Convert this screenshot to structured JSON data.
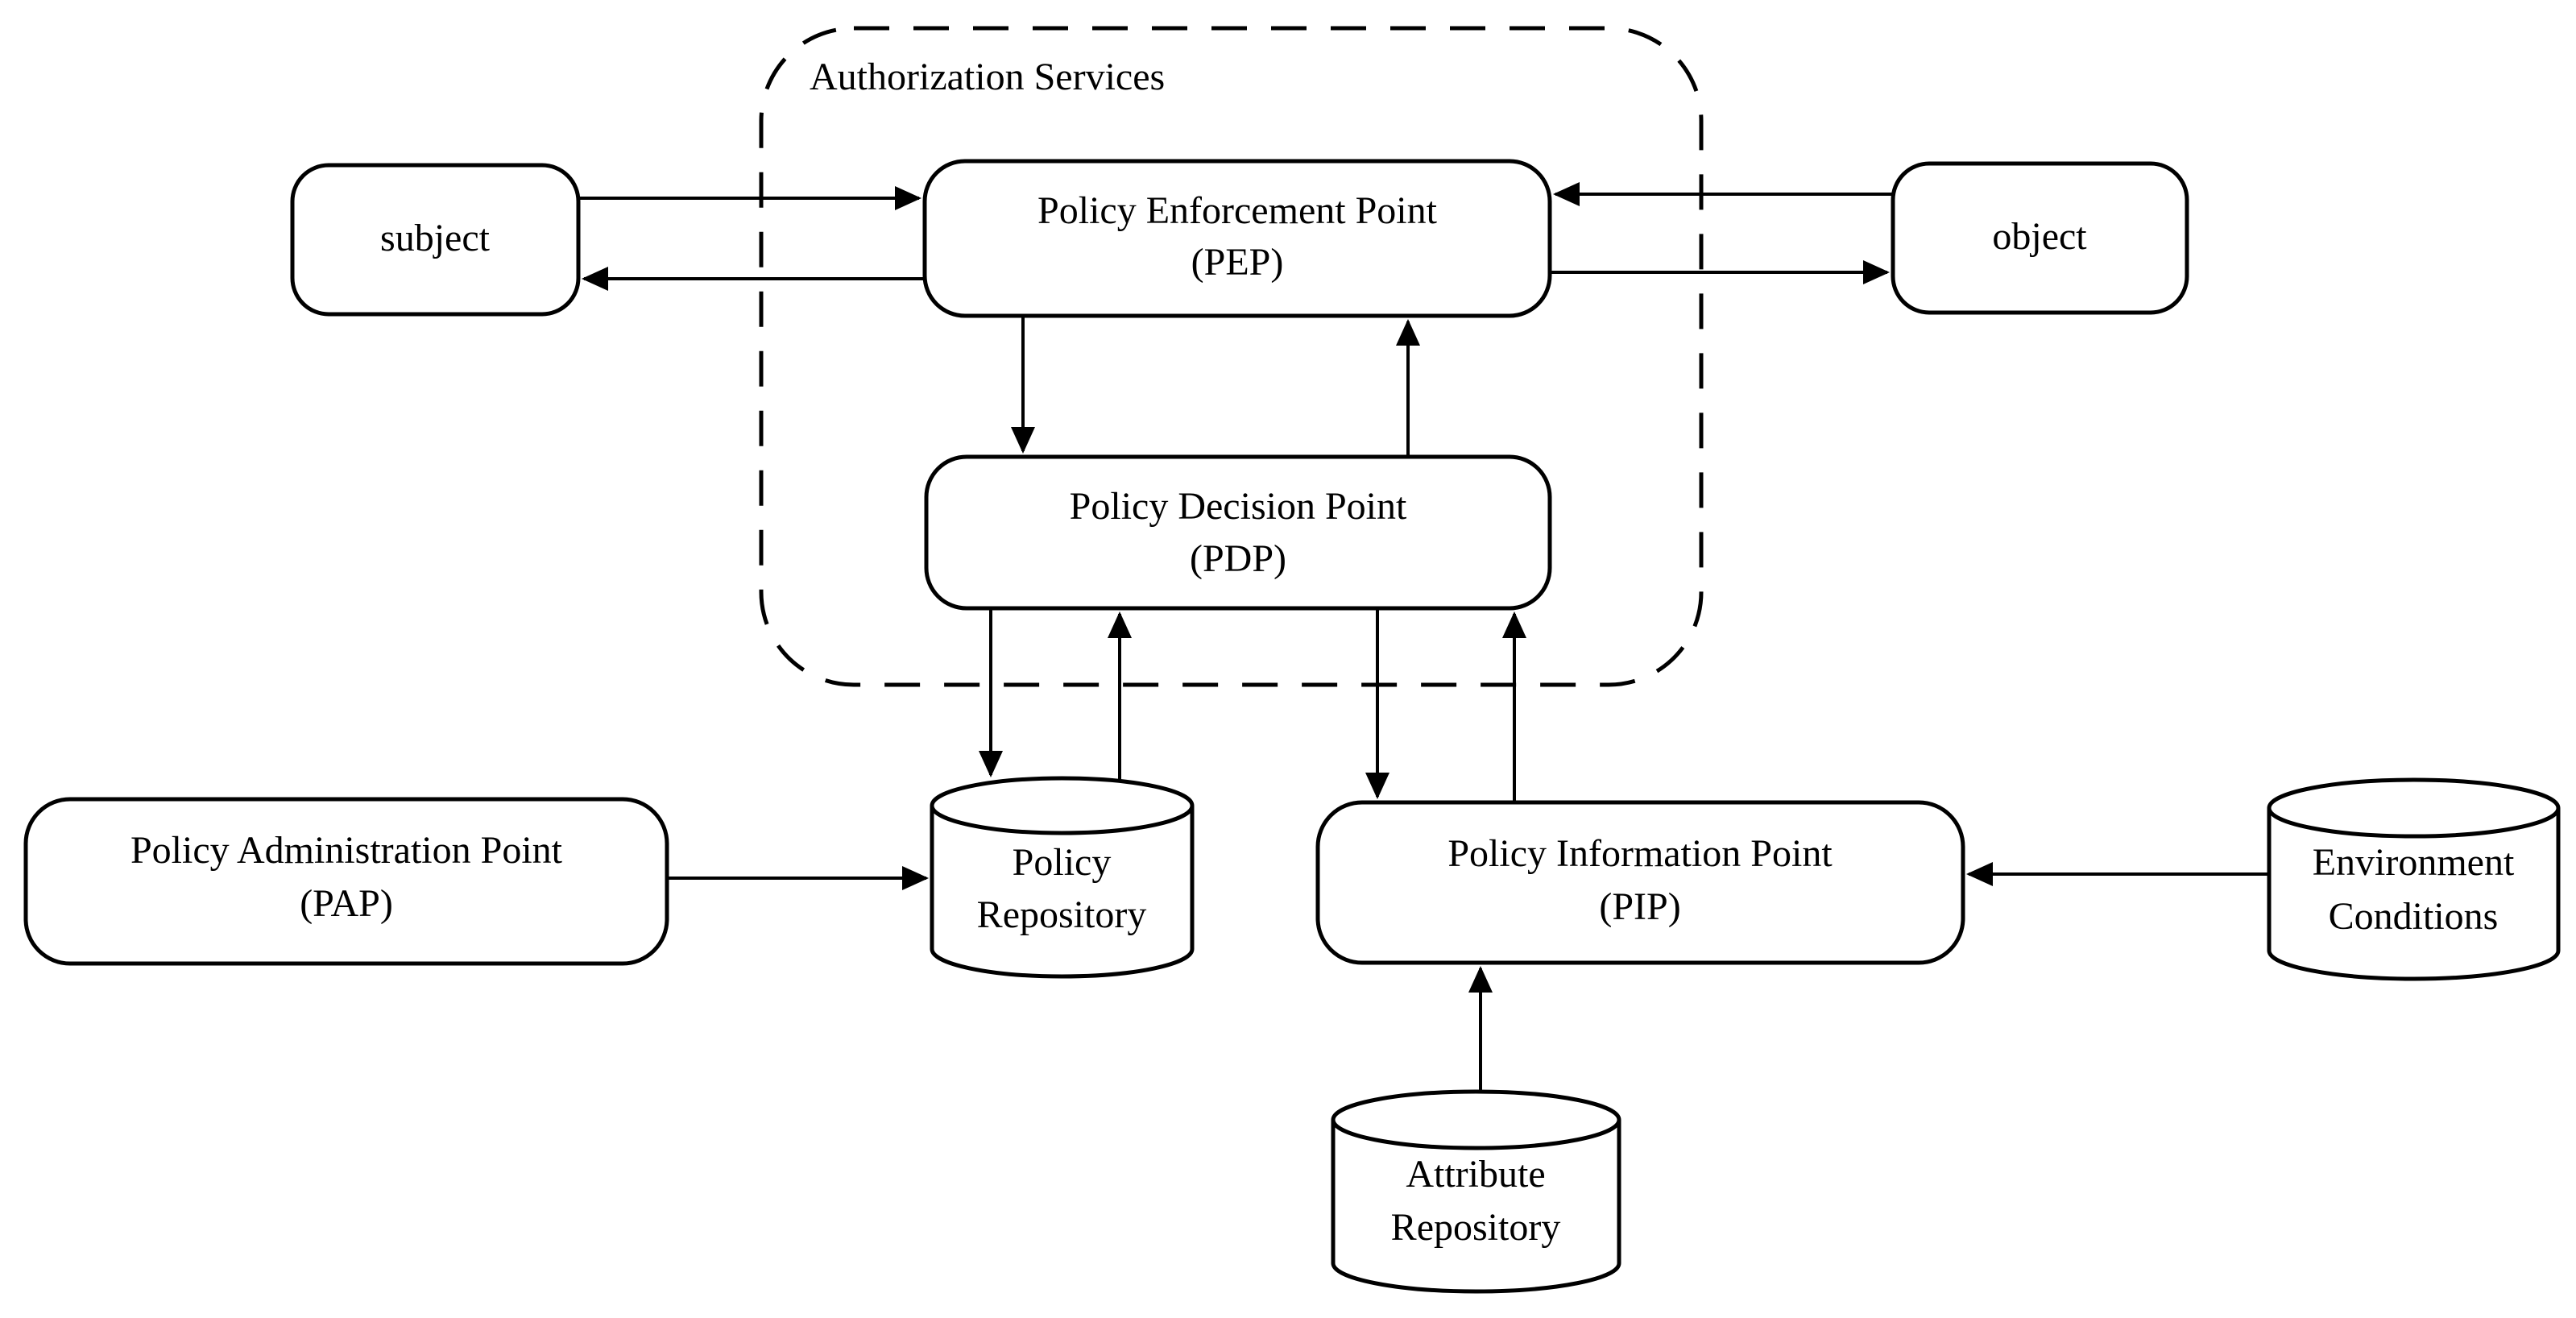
{
  "diagram": {
    "boundary": {
      "label": "Authorization Services",
      "style": "dashed-rounded-container"
    },
    "nodes": {
      "subject": {
        "shape": "rounded-box",
        "label": "subject"
      },
      "object": {
        "shape": "rounded-box",
        "label": "object"
      },
      "pep": {
        "shape": "rounded-box",
        "line1": "Policy Enforcement Point",
        "line2": "(PEP)"
      },
      "pdp": {
        "shape": "rounded-box",
        "line1": "Policy Decision Point",
        "line2": "(PDP)"
      },
      "pap": {
        "shape": "rounded-box",
        "line1": "Policy Administration Point",
        "line2": "(PAP)"
      },
      "pip": {
        "shape": "rounded-box",
        "line1": "Policy Information Point",
        "line2": "(PIP)"
      },
      "policy_repository": {
        "shape": "cylinder",
        "line1": "Policy",
        "line2": "Repository"
      },
      "attribute_repository": {
        "shape": "cylinder",
        "line1": "Attribute",
        "line2": "Repository"
      },
      "environment_conditions": {
        "shape": "cylinder",
        "line1": "Environment",
        "line2": "Conditions"
      }
    },
    "edges": [
      {
        "from": "subject",
        "to": "pep"
      },
      {
        "from": "pep",
        "to": "subject"
      },
      {
        "from": "object",
        "to": "pep"
      },
      {
        "from": "pep",
        "to": "object"
      },
      {
        "from": "pep",
        "to": "pdp"
      },
      {
        "from": "pdp",
        "to": "pep"
      },
      {
        "from": "pdp",
        "to": "policy_repository"
      },
      {
        "from": "policy_repository",
        "to": "pdp"
      },
      {
        "from": "pdp",
        "to": "pip"
      },
      {
        "from": "pip",
        "to": "pdp"
      },
      {
        "from": "pap",
        "to": "policy_repository"
      },
      {
        "from": "environment_conditions",
        "to": "pip"
      },
      {
        "from": "attribute_repository",
        "to": "pip"
      }
    ],
    "colors": {
      "line": "#000000",
      "text": "#000000",
      "background": "#ffffff"
    }
  }
}
